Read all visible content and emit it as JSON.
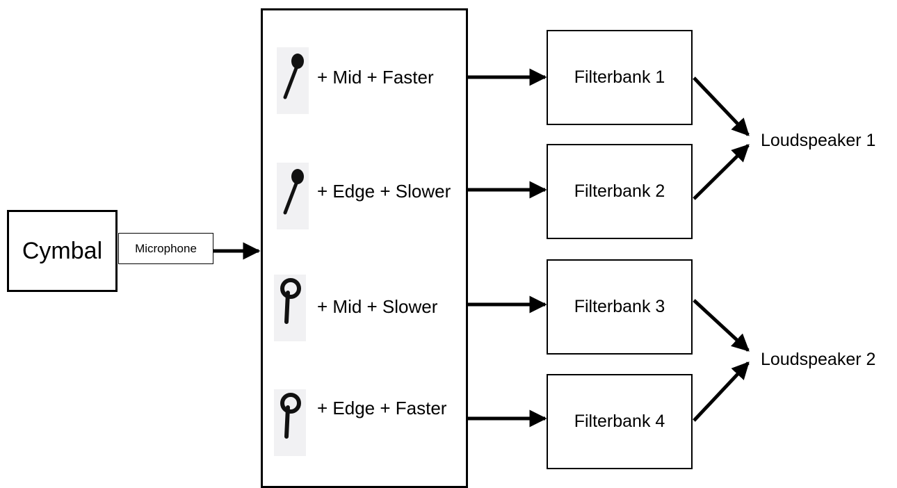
{
  "source": {
    "label": "Cymbal"
  },
  "microphone": {
    "label": "Microphone"
  },
  "modulations": [
    {
      "label": "+ Mid + Faster",
      "stick_icon": "mallet-tip-solid-icon"
    },
    {
      "label": "+ Edge + Slower",
      "stick_icon": "mallet-tip-solid-icon"
    },
    {
      "label": "+ Mid + Slower",
      "stick_icon": "mallet-tip-hollow-icon"
    },
    {
      "label": "+ Edge + Faster",
      "stick_icon": "mallet-tip-hollow-icon"
    }
  ],
  "filterbanks": [
    {
      "label": "Filterbank 1"
    },
    {
      "label": "Filterbank 2"
    },
    {
      "label": "Filterbank 3"
    },
    {
      "label": "Filterbank 4"
    }
  ],
  "loudspeakers": [
    {
      "label": "Loudspeaker 1"
    },
    {
      "label": "Loudspeaker 2"
    }
  ]
}
